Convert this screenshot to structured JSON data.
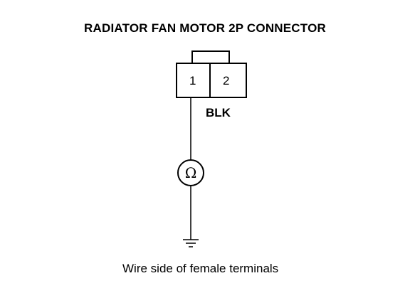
{
  "diagram": {
    "title": "RADIATOR FAN MOTOR 2P CONNECTOR",
    "connector": {
      "pins": [
        "1",
        "2"
      ]
    },
    "wire_color": "BLK",
    "meter_symbol": "Ω",
    "caption": "Wire side of female terminals",
    "colors": {
      "ink": "#000000",
      "background": "#ffffff"
    }
  }
}
